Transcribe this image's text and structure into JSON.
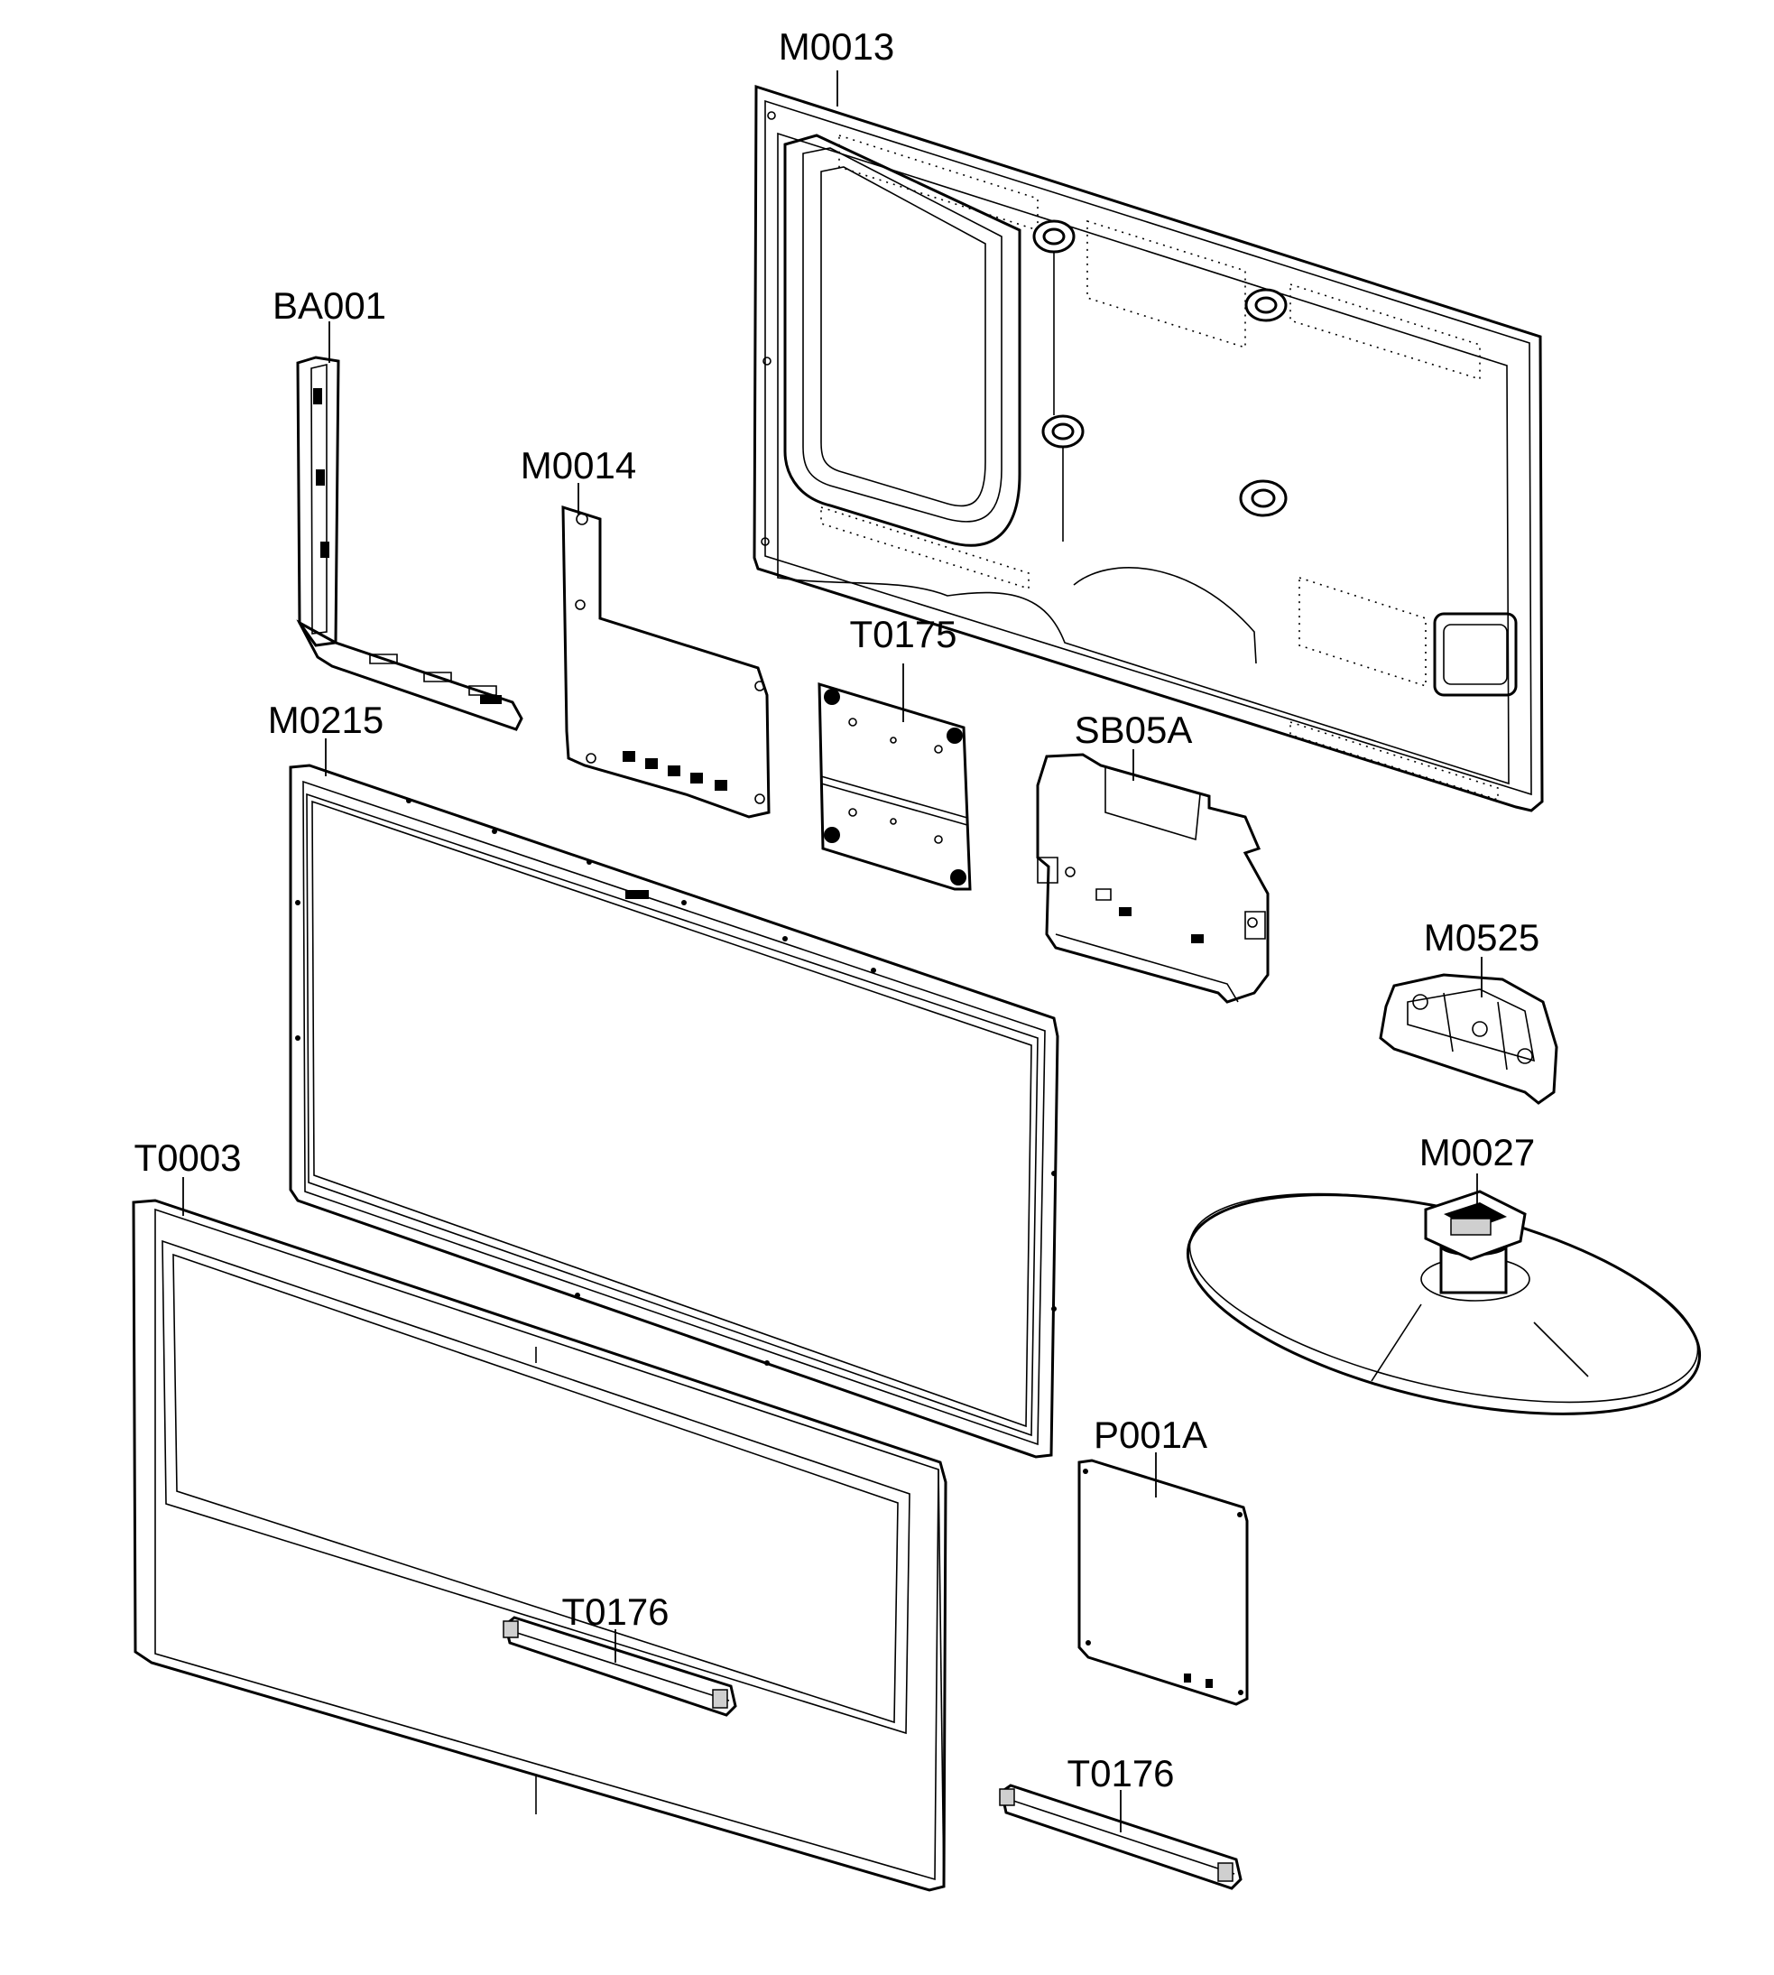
{
  "diagram": {
    "parts": [
      {
        "key": "m0013",
        "code": "M0013"
      },
      {
        "key": "ba001",
        "code": "BA001"
      },
      {
        "key": "m0014",
        "code": "M0014"
      },
      {
        "key": "t0175",
        "code": "T0175"
      },
      {
        "key": "m0215",
        "code": "M0215"
      },
      {
        "key": "sb05a",
        "code": "SB05A"
      },
      {
        "key": "m0525",
        "code": "M0525"
      },
      {
        "key": "t0003",
        "code": "T0003"
      },
      {
        "key": "m0027",
        "code": "M0027"
      },
      {
        "key": "p001a",
        "code": "P001A"
      },
      {
        "key": "t0176_front",
        "code": "T0176"
      },
      {
        "key": "t0176_bottom",
        "code": "T0176"
      }
    ]
  }
}
